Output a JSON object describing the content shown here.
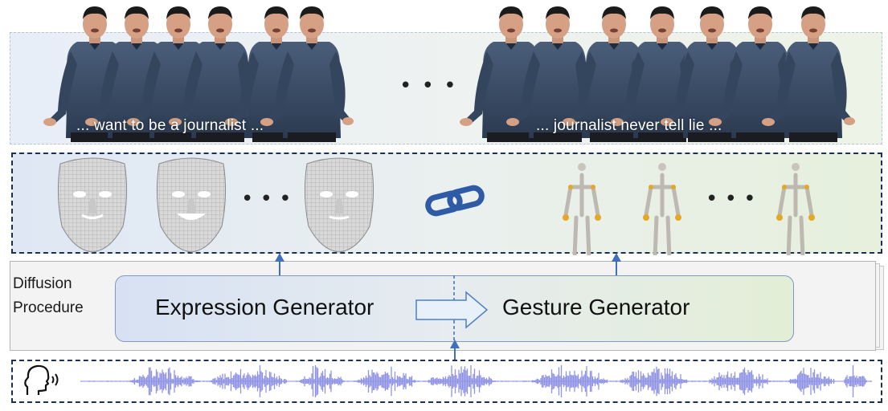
{
  "captions": {
    "left": "... want to be a journalist ...",
    "right": "... journalist never tell lie ..."
  },
  "ellipsis": "• • •",
  "diffusion": {
    "label_line1": "Diffusion",
    "label_line2": "Procedure",
    "expression_generator": "Expression Generator",
    "gesture_generator": "Gesture Generator"
  },
  "icons": {
    "link": "link-icon",
    "speaker": "speaking-head-icon"
  },
  "colors": {
    "arrow": "#3f6fc0",
    "link": "#2f5aa6",
    "waveform": "#8f93e4",
    "dashed_border": "#1e3050"
  }
}
